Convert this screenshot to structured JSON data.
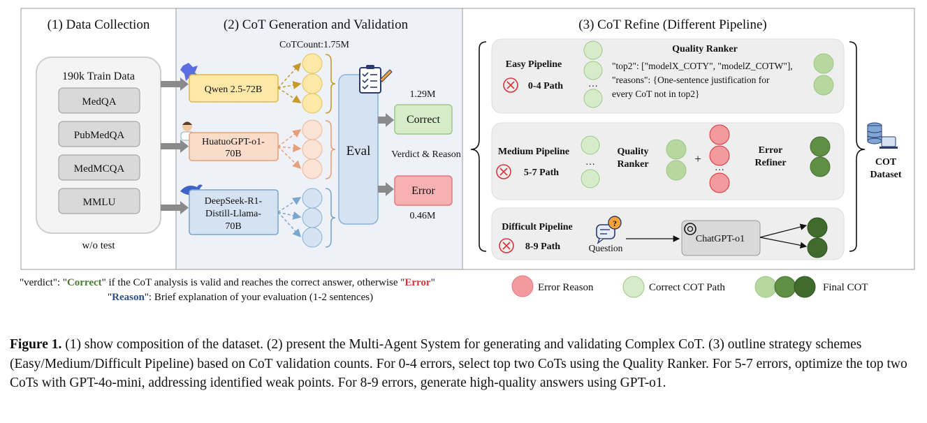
{
  "sections": {
    "data_collection": "(1) Data Collection",
    "generation": "(2) CoT Generation and Validation",
    "refine": "(3) CoT Refine (Different Pipeline)"
  },
  "data_collection": {
    "title": "190k Train Data",
    "datasets": [
      "MedQA",
      "PubMedQA",
      "MedMCQA",
      "MMLU"
    ],
    "note": "w/o test"
  },
  "generation": {
    "cot_count": "CoTCount:1.75M",
    "models": [
      "Qwen 2.5-72B",
      "HuatuoGPT-o1-70B",
      "DeepSeek-R1-Distill-Llama-70B"
    ],
    "model_lines": [
      [
        "Qwen 2.5-72B"
      ],
      [
        "HuatuoGPT-o1-",
        "70B"
      ],
      [
        "DeepSeek-R1-",
        "Distill-Llama-",
        "70B"
      ]
    ],
    "eval": "Eval",
    "correct_count": "1.29M",
    "correct": "Correct",
    "verdict_reason": "Verdict & Reason",
    "error": "Error",
    "error_count": "0.46M"
  },
  "refine": {
    "easy": {
      "title": "Easy Pipeline",
      "path": "0-4 Path"
    },
    "ranker_title": "Quality Ranker",
    "ranker_lines": [
      "\"top2\": [\"modelX_COTY\", \"modelZ_COTW\"],",
      "\"reasons\": {One-sentence justification for",
      "every CoT not in top2}"
    ],
    "medium": {
      "title": "Medium Pipeline",
      "path": "5-7 Path"
    },
    "quality_ranker_lines": [
      "Quality",
      "Ranker"
    ],
    "plus": "+",
    "error_refiner_lines": [
      "Error",
      "Refiner"
    ],
    "difficult": {
      "title": "Difficult Pipeline",
      "path": "8-9 Path"
    },
    "question": "Question",
    "chatgpt": "ChatGPT-o1",
    "dataset_lines": [
      "COT",
      "Dataset"
    ]
  },
  "legend": {
    "verdict_prefix": "\"verdict\": \"",
    "verdict_correct": "Correct",
    "verdict_mid": "\" if the CoT analysis is valid and reaches the correct answer, otherwise \"",
    "verdict_error": "Error",
    "verdict_end": "\"",
    "reason_prefix": "\"",
    "reason_word": "Reason",
    "reason_rest": "\": Brief explanation of your evaluation (1-2 sentences)",
    "error_reason": "Error Reason",
    "correct_path": "Correct COT Path",
    "final_cot": "Final COT"
  },
  "caption": {
    "lead": "Figure 1.",
    "text": " (1) show composition of the dataset.  (2) present the Multi-Agent System for generating and validating Complex CoT. (3) outline strategy schemes (Easy/Medium/Difficult Pipeline) based on CoT validation counts. For 0-4 errors, select top two CoTs using the Quality Ranker. For 5-7 errors, optimize the top two CoTs with GPT-4o-mini, addressing identified weak points. For 8-9 errors, generate high-quality answers using GPT-o1."
  },
  "colors": {
    "panel2_bg": "#eef1f7",
    "yellow": "#fde8a8",
    "orange": "#fbdccb",
    "blue": "#d4e2f2",
    "green_light": "#d6ebc9",
    "green_mid": "#b6d79f",
    "green_dark": "#5e8f43",
    "red": "#f39a9e",
    "correct_text": "#4a7a2f",
    "error_text": "#d9343a",
    "reason_text": "#2d4f8a"
  }
}
